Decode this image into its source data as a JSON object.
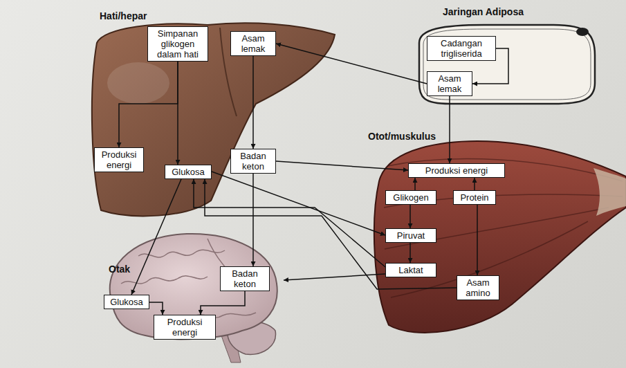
{
  "diagram": {
    "nodes": [
      {
        "text": [
          "Hati/hepar"
        ]
      },
      {
        "text": [
          "Simpanan glikogen dalam hati"
        ],
        "in": 0
      },
      {
        "text": [
          "Asam lemak"
        ],
        "in": 0
      },
      {
        "text": [
          "Produksi energi"
        ],
        "in": 0
      },
      {
        "text": [
          "Glukosa"
        ],
        "in": 0
      },
      {
        "text": [
          "Badan keton"
        ],
        "in": 0
      },
      {
        "text": [
          "Jaringan Adiposa"
        ]
      },
      {
        "text": [
          "Cadangan trigliserida"
        ],
        "in": 6
      },
      {
        "text": [
          "Asam lemak"
        ],
        "in": 6
      },
      {
        "text": [
          "Otot/muskulus"
        ]
      },
      {
        "text": [
          "Produksi energi"
        ],
        "in": 9
      },
      {
        "text": [
          "Glikogen"
        ],
        "in": 9
      },
      {
        "text": [
          "Protein"
        ],
        "in": 9
      },
      {
        "text": [
          "Piruvat"
        ],
        "in": 9
      },
      {
        "text": [
          "Laktat"
        ],
        "in": 9
      },
      {
        "text": [
          "Asam amino"
        ],
        "in": 9
      },
      {
        "text": [
          "Otak"
        ]
      },
      {
        "text": [
          "Glukosa"
        ],
        "in": 16
      },
      {
        "text": [
          "Badan keton"
        ],
        "in": 16
      },
      {
        "text": [
          "Produksi energi"
        ],
        "in": 16
      }
    ],
    "edges": [
      {
        "from": 7,
        "to": 8,
        "arrow": "to"
      },
      {
        "from": 8,
        "to": 2,
        "arrow": "to"
      },
      {
        "from": 8,
        "to": 10,
        "arrow": "to"
      },
      {
        "from": 2,
        "to": 5,
        "arrow": "to"
      },
      {
        "from": 5,
        "to": 10,
        "arrow": "to"
      },
      {
        "from": 5,
        "to": 18,
        "arrow": "to"
      },
      {
        "from": 1,
        "to": 3,
        "arrow": "to"
      },
      {
        "from": 1,
        "to": 4,
        "arrow": "to"
      },
      {
        "from": 4,
        "to": 17,
        "arrow": "to"
      },
      {
        "from": 4,
        "to": 13,
        "arrow": "to"
      },
      {
        "from": 14,
        "to": 4,
        "arrow": "to"
      },
      {
        "from": 15,
        "to": 4,
        "arrow": "to"
      },
      {
        "from": 14,
        "to": 16,
        "arrow": "to"
      },
      {
        "from": 11,
        "to": 10,
        "arrow": "to"
      },
      {
        "from": 12,
        "to": 10,
        "arrow": "to"
      },
      {
        "from": 11,
        "to": 13,
        "arrow": "to"
      },
      {
        "from": 13,
        "to": 14,
        "arrow": "to"
      },
      {
        "from": 12,
        "to": 15,
        "arrow": "to"
      },
      {
        "from": 17,
        "to": 19,
        "arrow": "to"
      },
      {
        "from": 18,
        "to": 19,
        "arrow": "to"
      }
    ]
  }
}
